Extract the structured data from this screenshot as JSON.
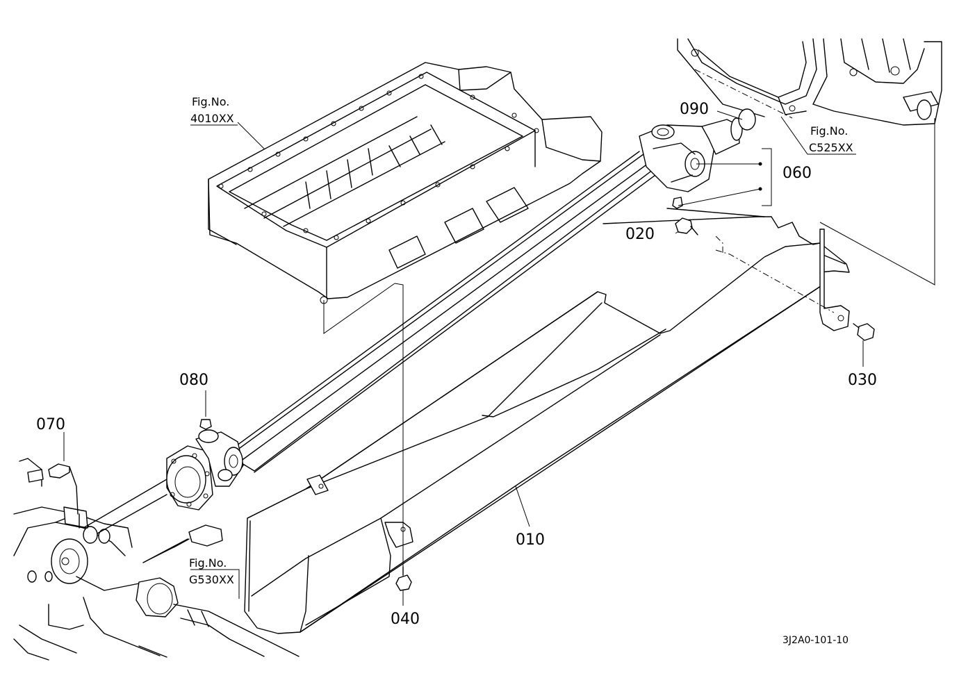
{
  "callouts": {
    "p010": "010",
    "p020": "020",
    "p030": "030",
    "p040": "040",
    "p060": "060",
    "p070": "070",
    "p080": "080",
    "p090": "090"
  },
  "fig_refs": {
    "oil_pan": {
      "label": "Fig.No.",
      "number": "4010XX"
    },
    "housing": {
      "label": "Fig.No.",
      "number": "C525XX"
    },
    "front_axle": {
      "label": "Fig.No.",
      "number": "G530XX"
    }
  },
  "diagram_code": "3J2A0-101-10"
}
